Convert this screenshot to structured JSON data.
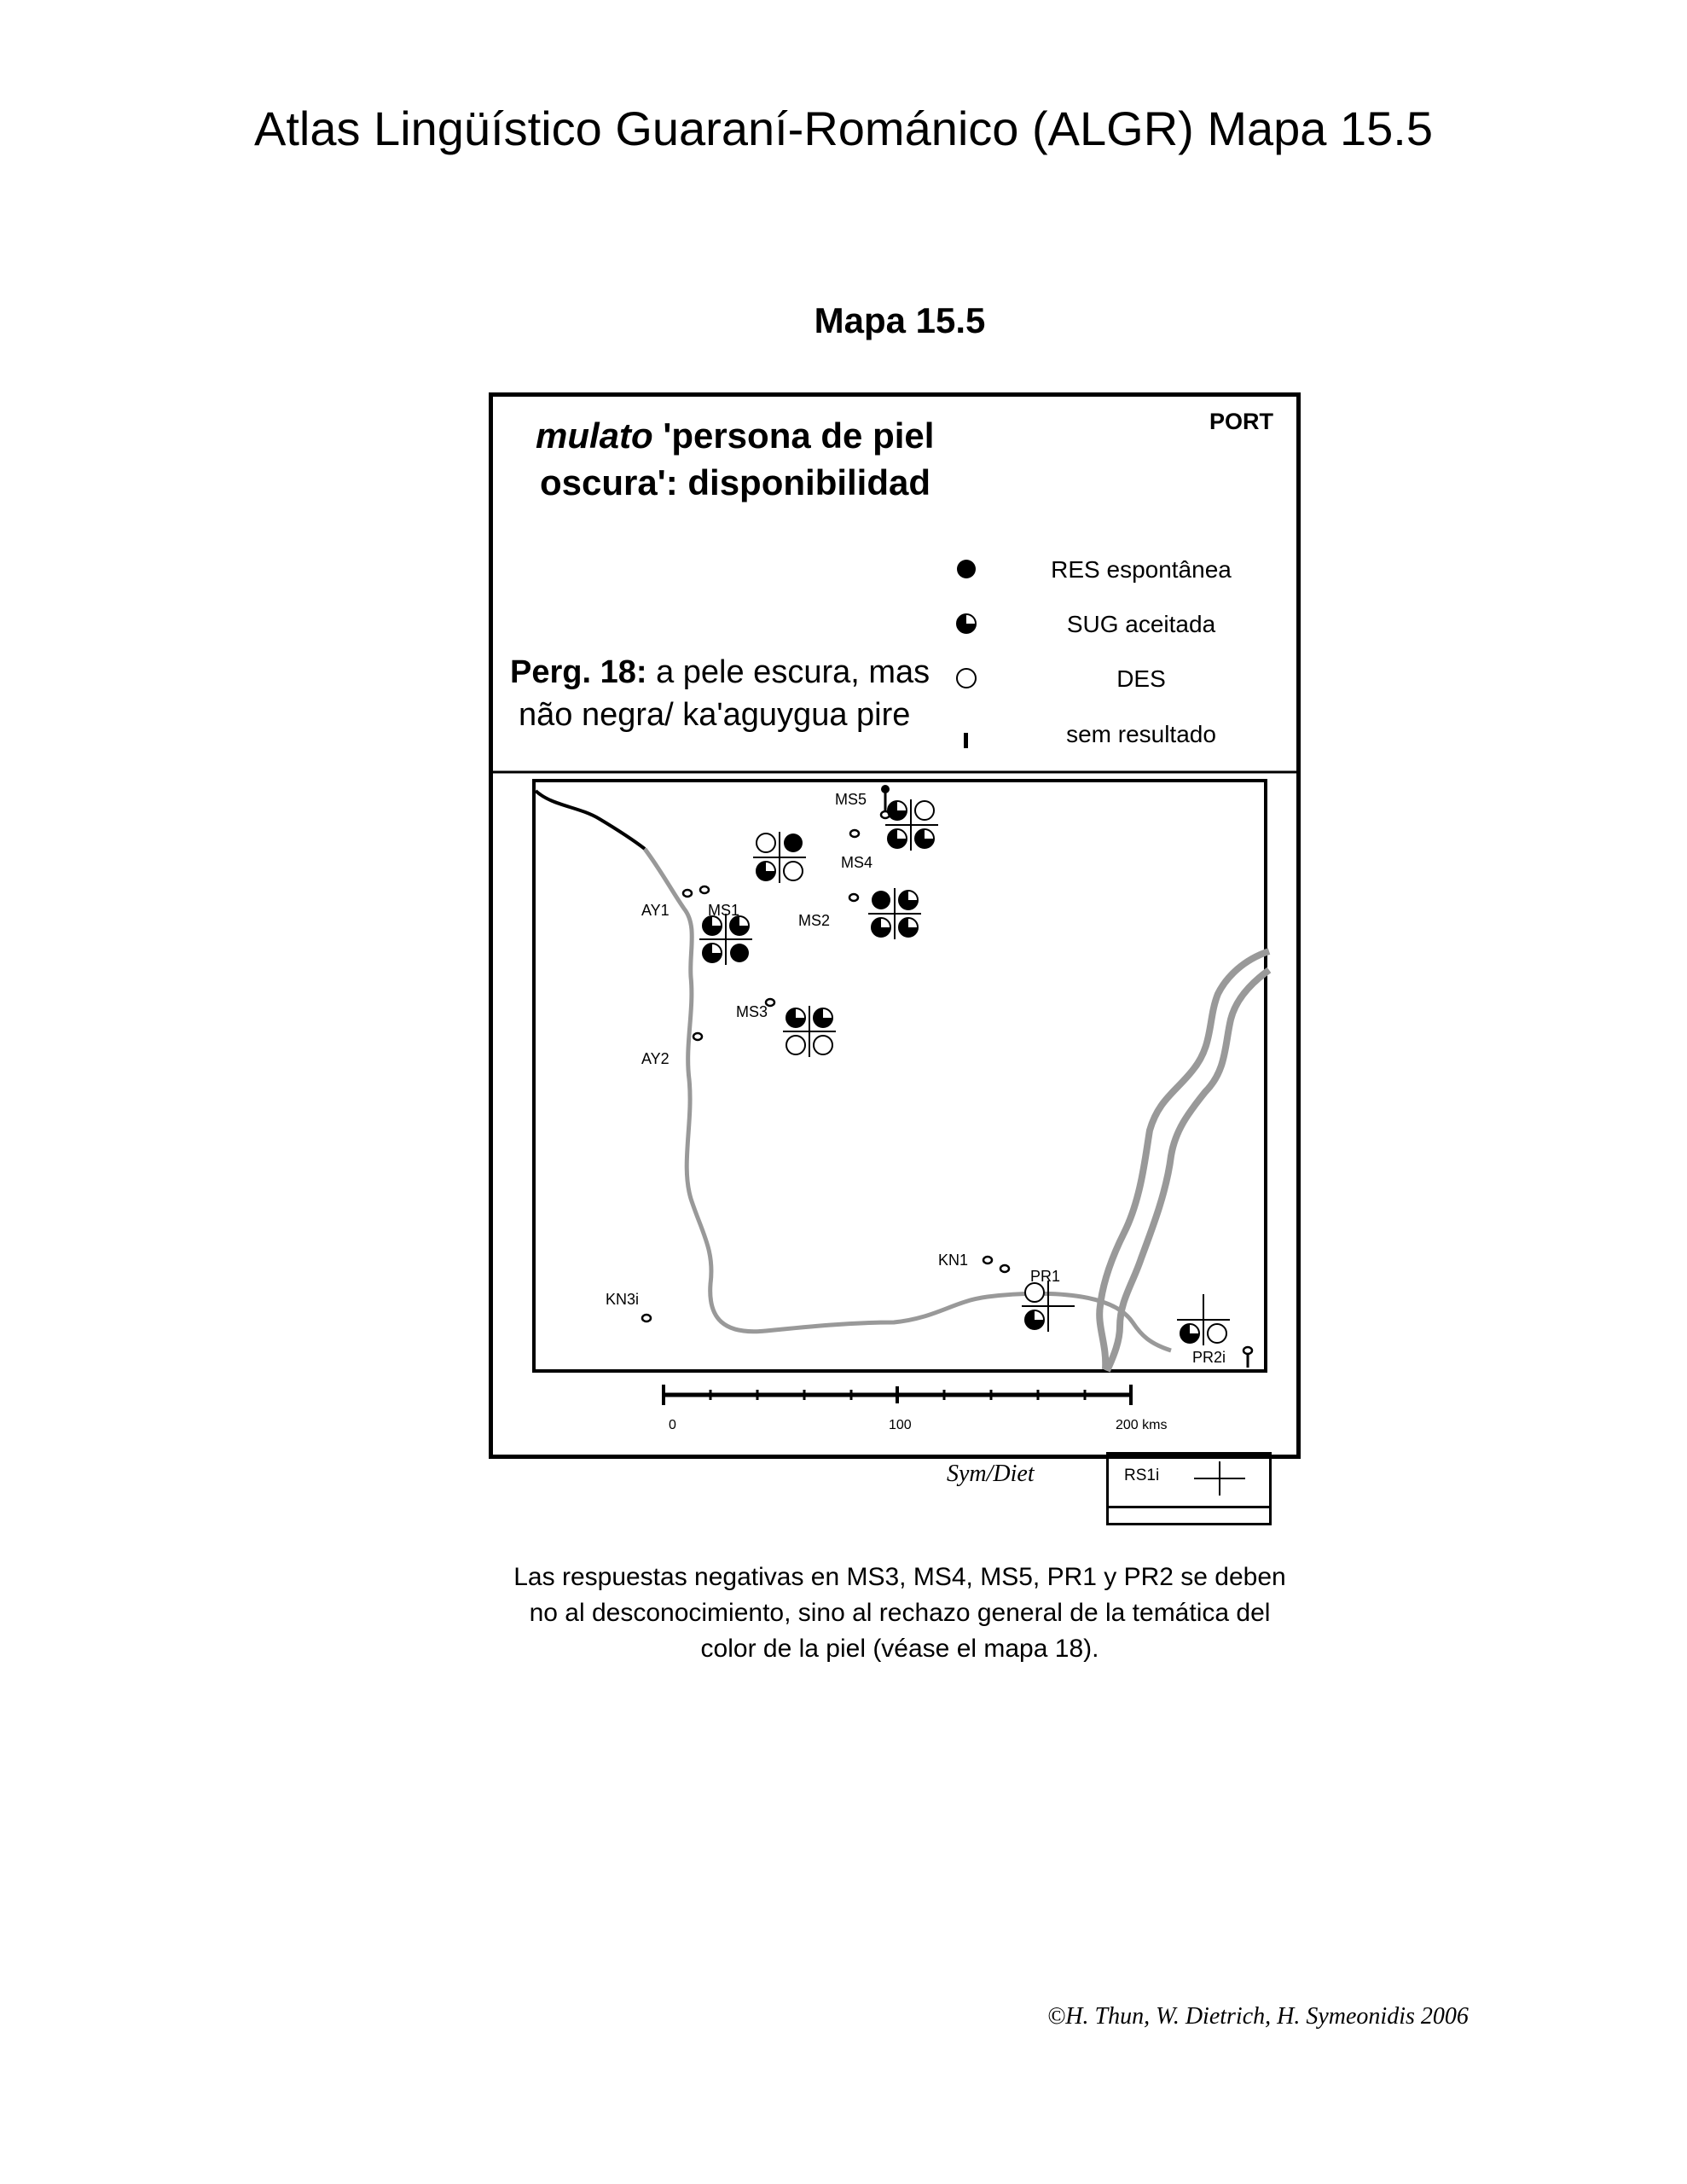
{
  "header": {
    "page_title": "Atlas Lingüístico Guaraní-Románico (ALGR)  Mapa 15.5",
    "map_heading": "Mapa 15.5"
  },
  "map": {
    "region_tag": "PORT",
    "title_italic": "mulato",
    "title_rest_line1": " 'persona de piel",
    "title_line2": "oscura': disponibilidad",
    "question_bold": "Perg. 18:",
    "question_line1": " a pele escura, mas",
    "question_line2": "não negra/ ka'aguygua pire",
    "legend": [
      {
        "symbol": "full-circle",
        "label": "RES espontânea"
      },
      {
        "symbol": "three-quarter-circle",
        "label": "SUG aceitada"
      },
      {
        "symbol": "empty-circle",
        "label": "DES"
      },
      {
        "symbol": "bar",
        "label": "sem resultado"
      }
    ],
    "points": [
      {
        "id": "MS5",
        "label": "MS5"
      },
      {
        "id": "MS4",
        "label": "MS4"
      },
      {
        "id": "MS1",
        "label": "MS1"
      },
      {
        "id": "AY1",
        "label": "AY1"
      },
      {
        "id": "MS2",
        "label": "MS2"
      },
      {
        "id": "MS3",
        "label": "MS3"
      },
      {
        "id": "AY2",
        "label": "AY2"
      },
      {
        "id": "KN1",
        "label": "KN1"
      },
      {
        "id": "PR1",
        "label": "PR1"
      },
      {
        "id": "KN3i",
        "label": "KN3i"
      },
      {
        "id": "PR2i",
        "label": "PR2i"
      }
    ],
    "scale": {
      "labels": [
        "0",
        "100",
        "200 kms"
      ]
    },
    "signature": "Sym/Diet",
    "reference_box_label": "RS1i"
  },
  "caption": {
    "line1": "Las respuestas negativas en MS3, MS4, MS5, PR1 y PR2 se deben",
    "line2": "no al desconocimiento, sino al rechazo general de la temática del",
    "line3": "color de la piel (véase el mapa 18)."
  },
  "footer": {
    "copyright": "©H. Thun, W. Dietrich, H. Symeonidis 2006"
  }
}
